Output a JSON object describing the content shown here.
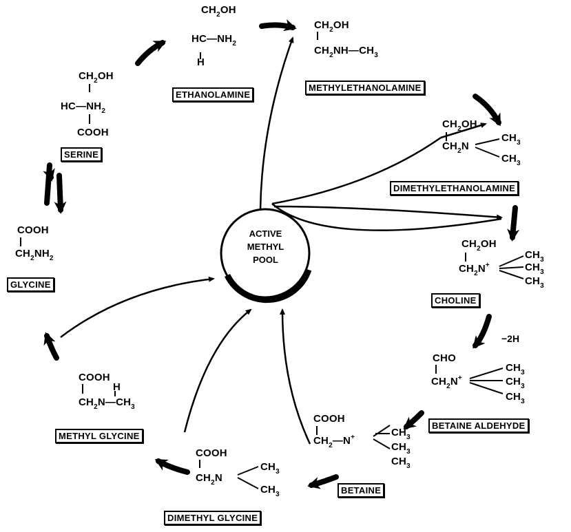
{
  "pool": {
    "line1": "ACTIVE",
    "line2": "METHYL",
    "line3": "POOL"
  },
  "labels": {
    "ethanolamine": "ETHANOLAMINE",
    "methyl_ethanolamine": "METHYLETHANOLAMINE",
    "dimethylethanolamine": "DIMETHYLETHANOLAMINE",
    "choline": "CHOLINE",
    "betaine_aldehyde": "BETAINE ALDEHYDE",
    "betaine": "BETAINE",
    "dimethyl_glycine": "DIMETHYL GLYCINE",
    "methyl_glycine": "METHYL GLYCINE",
    "glycine": "GLYCINE",
    "serine": "SERINE"
  },
  "annotations": {
    "minus_2h": "−2H"
  },
  "formula": {
    "eth_l1": "CH",
    "eth_l1b": "OH",
    "eth_l2": "HC—NH",
    "eth_l3": "H",
    "meth_l1": "CH",
    "meth_l1b": "OH",
    "meth_l2": "CH",
    "meth_l2b": "NH—CH",
    "dme_l1": "CH",
    "dme_l1b": "OH",
    "dme_l2": "CH",
    "dme_l2b": "N",
    "dme_ch3a": "CH",
    "dme_ch3b": "CH",
    "cho_l1": "CH",
    "cho_l1b": "OH",
    "cho_l2": "CH",
    "cho_l2b": "N",
    "cho_ch3a": "CH",
    "cho_ch3b": "CH",
    "cho_ch3c": "CH",
    "ba_l1": "CHO",
    "ba_l2": "CH",
    "ba_l2b": "N",
    "ba_ch3a": "CH",
    "ba_ch3b": "CH",
    "ba_ch3c": "CH",
    "bet_l1": "COOH",
    "bet_l2": "CH",
    "bet_l2b": "—N",
    "bet_ch3a": "CH",
    "bet_ch3b": "CH",
    "bet_ch3c": "CH",
    "dmg_l1": "COOH",
    "dmg_l2": "CH",
    "dmg_l2b": "N",
    "dmg_ch3a": "CH",
    "dmg_ch3b": "CH",
    "mg_l1": "COOH",
    "mg_l1b": "H",
    "mg_l2": "CH",
    "mg_l2b": "N—CH",
    "gly_l1": "COOH",
    "gly_l2": "CH",
    "gly_l2b": "NH",
    "ser_l1": "CH",
    "ser_l1b": "OH",
    "ser_l2": "HC—NH",
    "ser_l3": "COOH",
    "sub2": "2",
    "sub3": "3",
    "plus": "+"
  }
}
